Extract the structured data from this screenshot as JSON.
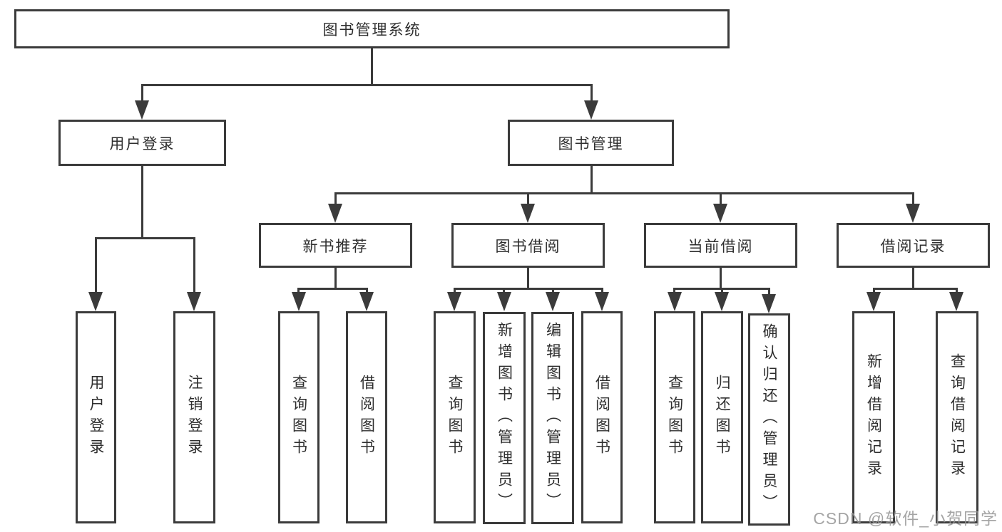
{
  "tree": {
    "label": "图书管理系统",
    "children": [
      {
        "label": "用户登录",
        "children": [
          {
            "label": "用户登录"
          },
          {
            "label": "注销登录"
          }
        ]
      },
      {
        "label": "图书管理",
        "children": [
          {
            "label": "新书推荐",
            "children": [
              {
                "label": "查询图书"
              },
              {
                "label": "借阅图书"
              }
            ]
          },
          {
            "label": "图书借阅",
            "children": [
              {
                "label": "查询图书"
              },
              {
                "label": "新增图书（管理员）"
              },
              {
                "label": "编辑图书（管理员）"
              },
              {
                "label": "借阅图书"
              }
            ]
          },
          {
            "label": "当前借阅",
            "children": [
              {
                "label": "查询图书"
              },
              {
                "label": "归还图书"
              },
              {
                "label": "确认归还（管理员）"
              }
            ]
          },
          {
            "label": "借阅记录",
            "children": [
              {
                "label": "新增借阅记录"
              },
              {
                "label": "查询借阅记录"
              }
            ]
          }
        ]
      }
    ]
  },
  "watermark": {
    "text": "CSDN @软件_小贺同学"
  },
  "colors": {
    "line": "#3b3b3b",
    "text": "#2e2e2e",
    "watermark": "#949494",
    "background": "#ffffff"
  }
}
